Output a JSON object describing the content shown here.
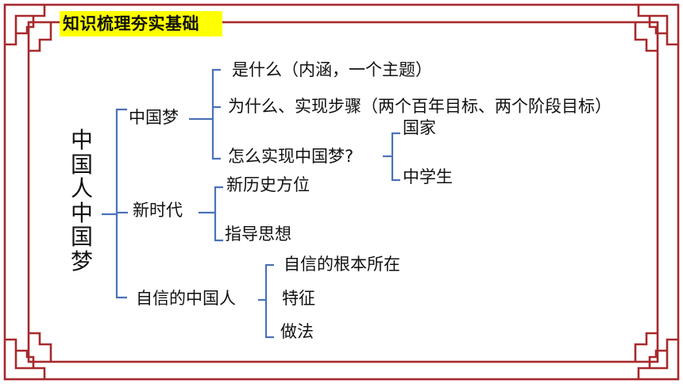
{
  "title": "知识梳理夯实基础",
  "root": {
    "chars": [
      "中",
      "国",
      "人",
      "中",
      "国",
      "梦"
    ]
  },
  "branches": {
    "b1": {
      "label": "中国梦",
      "items": {
        "i1": "是什么（内涵，一个主题）",
        "i2": "为什么、实现步骤（两个百年目标、两个阶段目标）",
        "i3": "怎么实现中国梦?",
        "i3a": "国家",
        "i3b": "中学生"
      }
    },
    "b2": {
      "label": "新时代",
      "items": {
        "i1": "新历史方位",
        "i2": "指导思想"
      }
    },
    "b3": {
      "label": "自信的中国人",
      "items": {
        "i1": "自信的根本所在",
        "i2": "特征",
        "i3": "做法"
      }
    }
  },
  "colors": {
    "frame": "#a8282c",
    "connector": "#4a72b8",
    "highlight": "#ffff00"
  }
}
